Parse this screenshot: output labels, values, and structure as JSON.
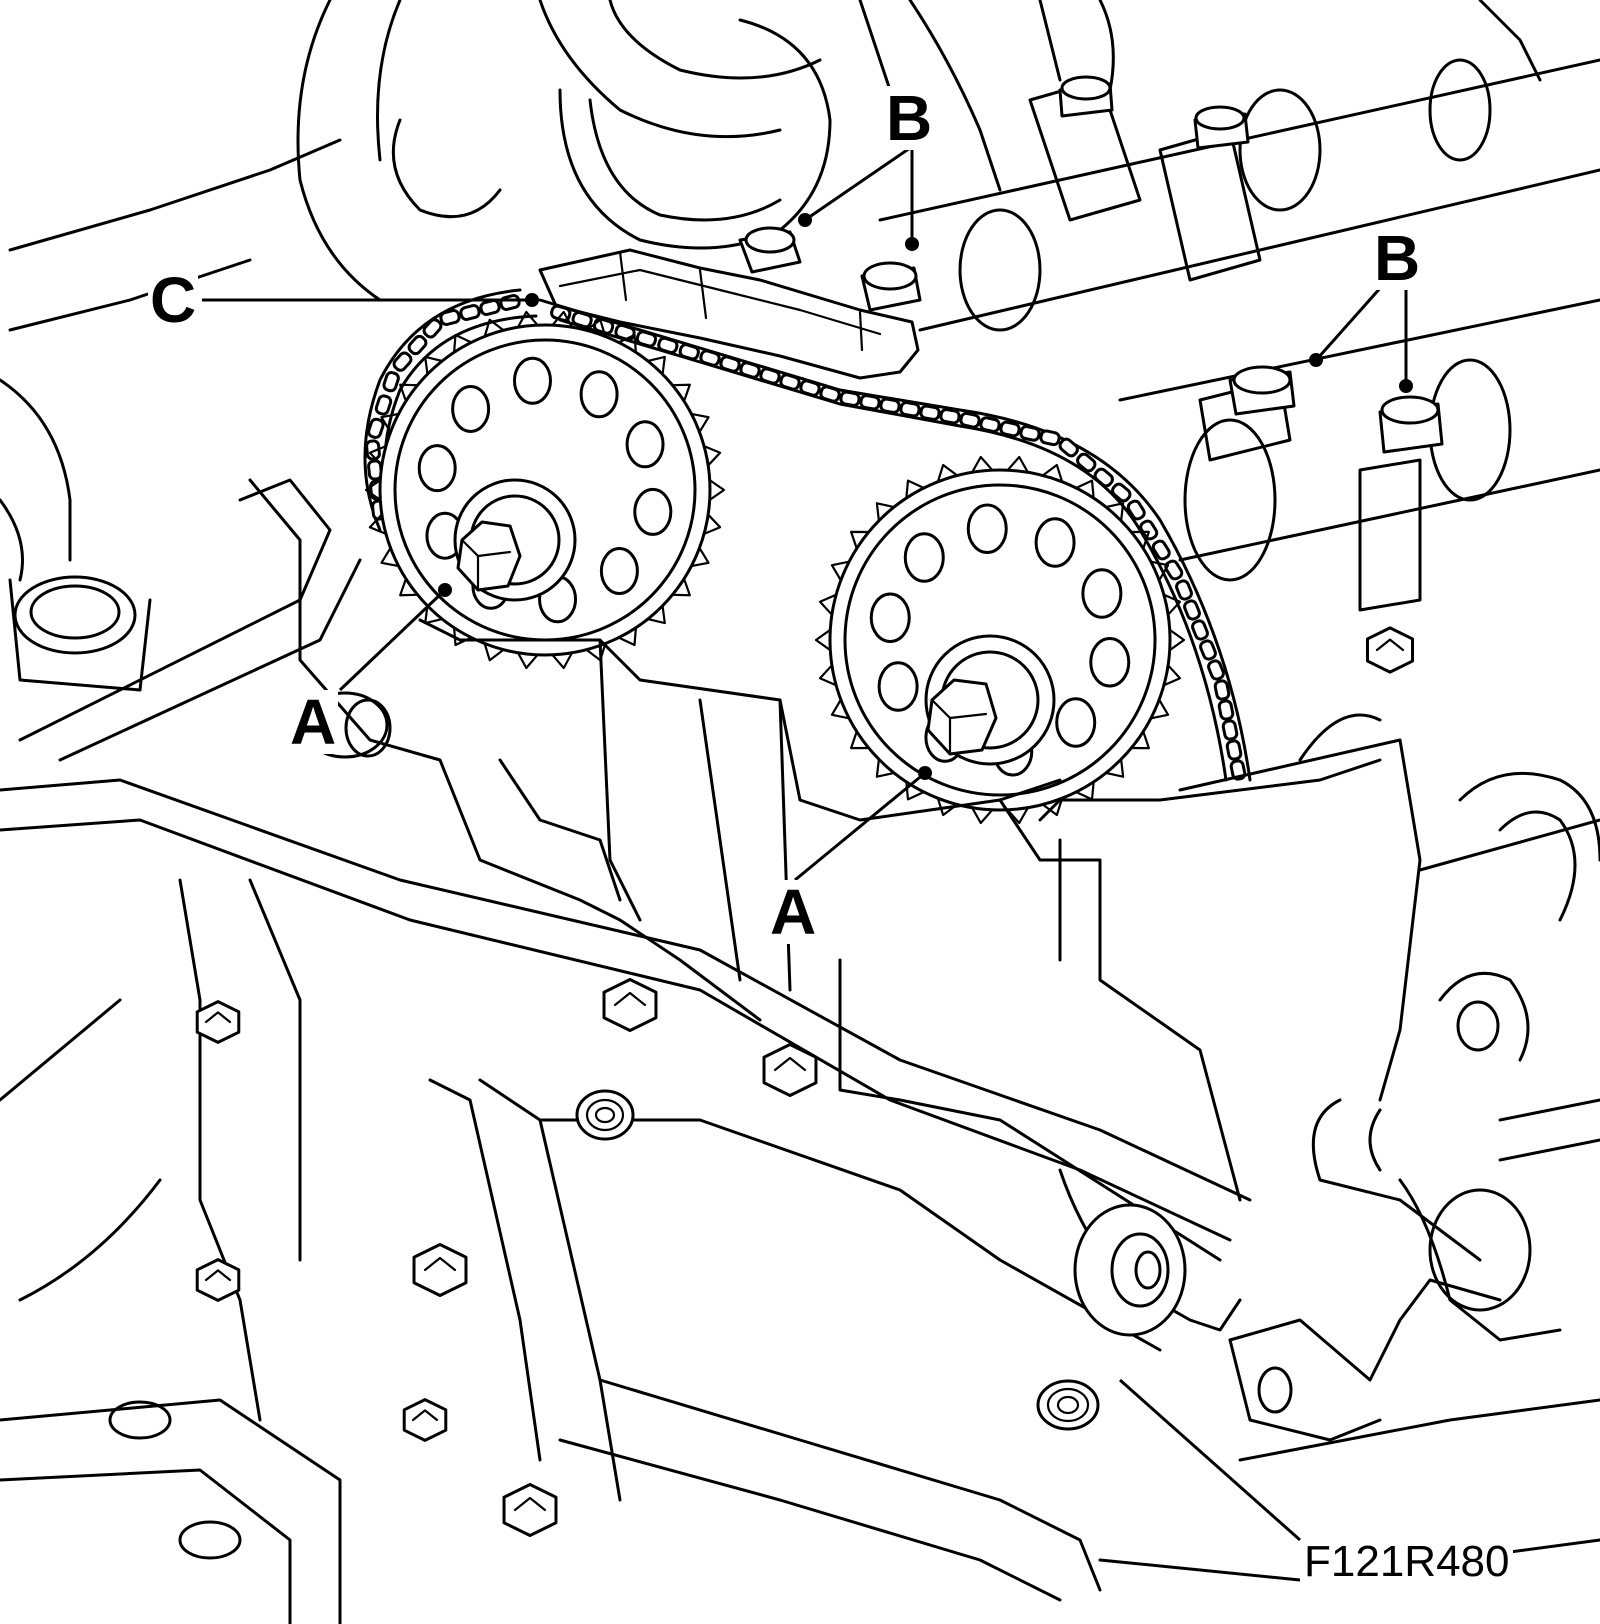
{
  "figure_id": "F121R480",
  "callouts": {
    "a_left": "A",
    "a_right": "A",
    "b_top": "B",
    "b_right": "B",
    "c": "C"
  },
  "colors": {
    "line": "#000000",
    "background": "#ffffff"
  }
}
